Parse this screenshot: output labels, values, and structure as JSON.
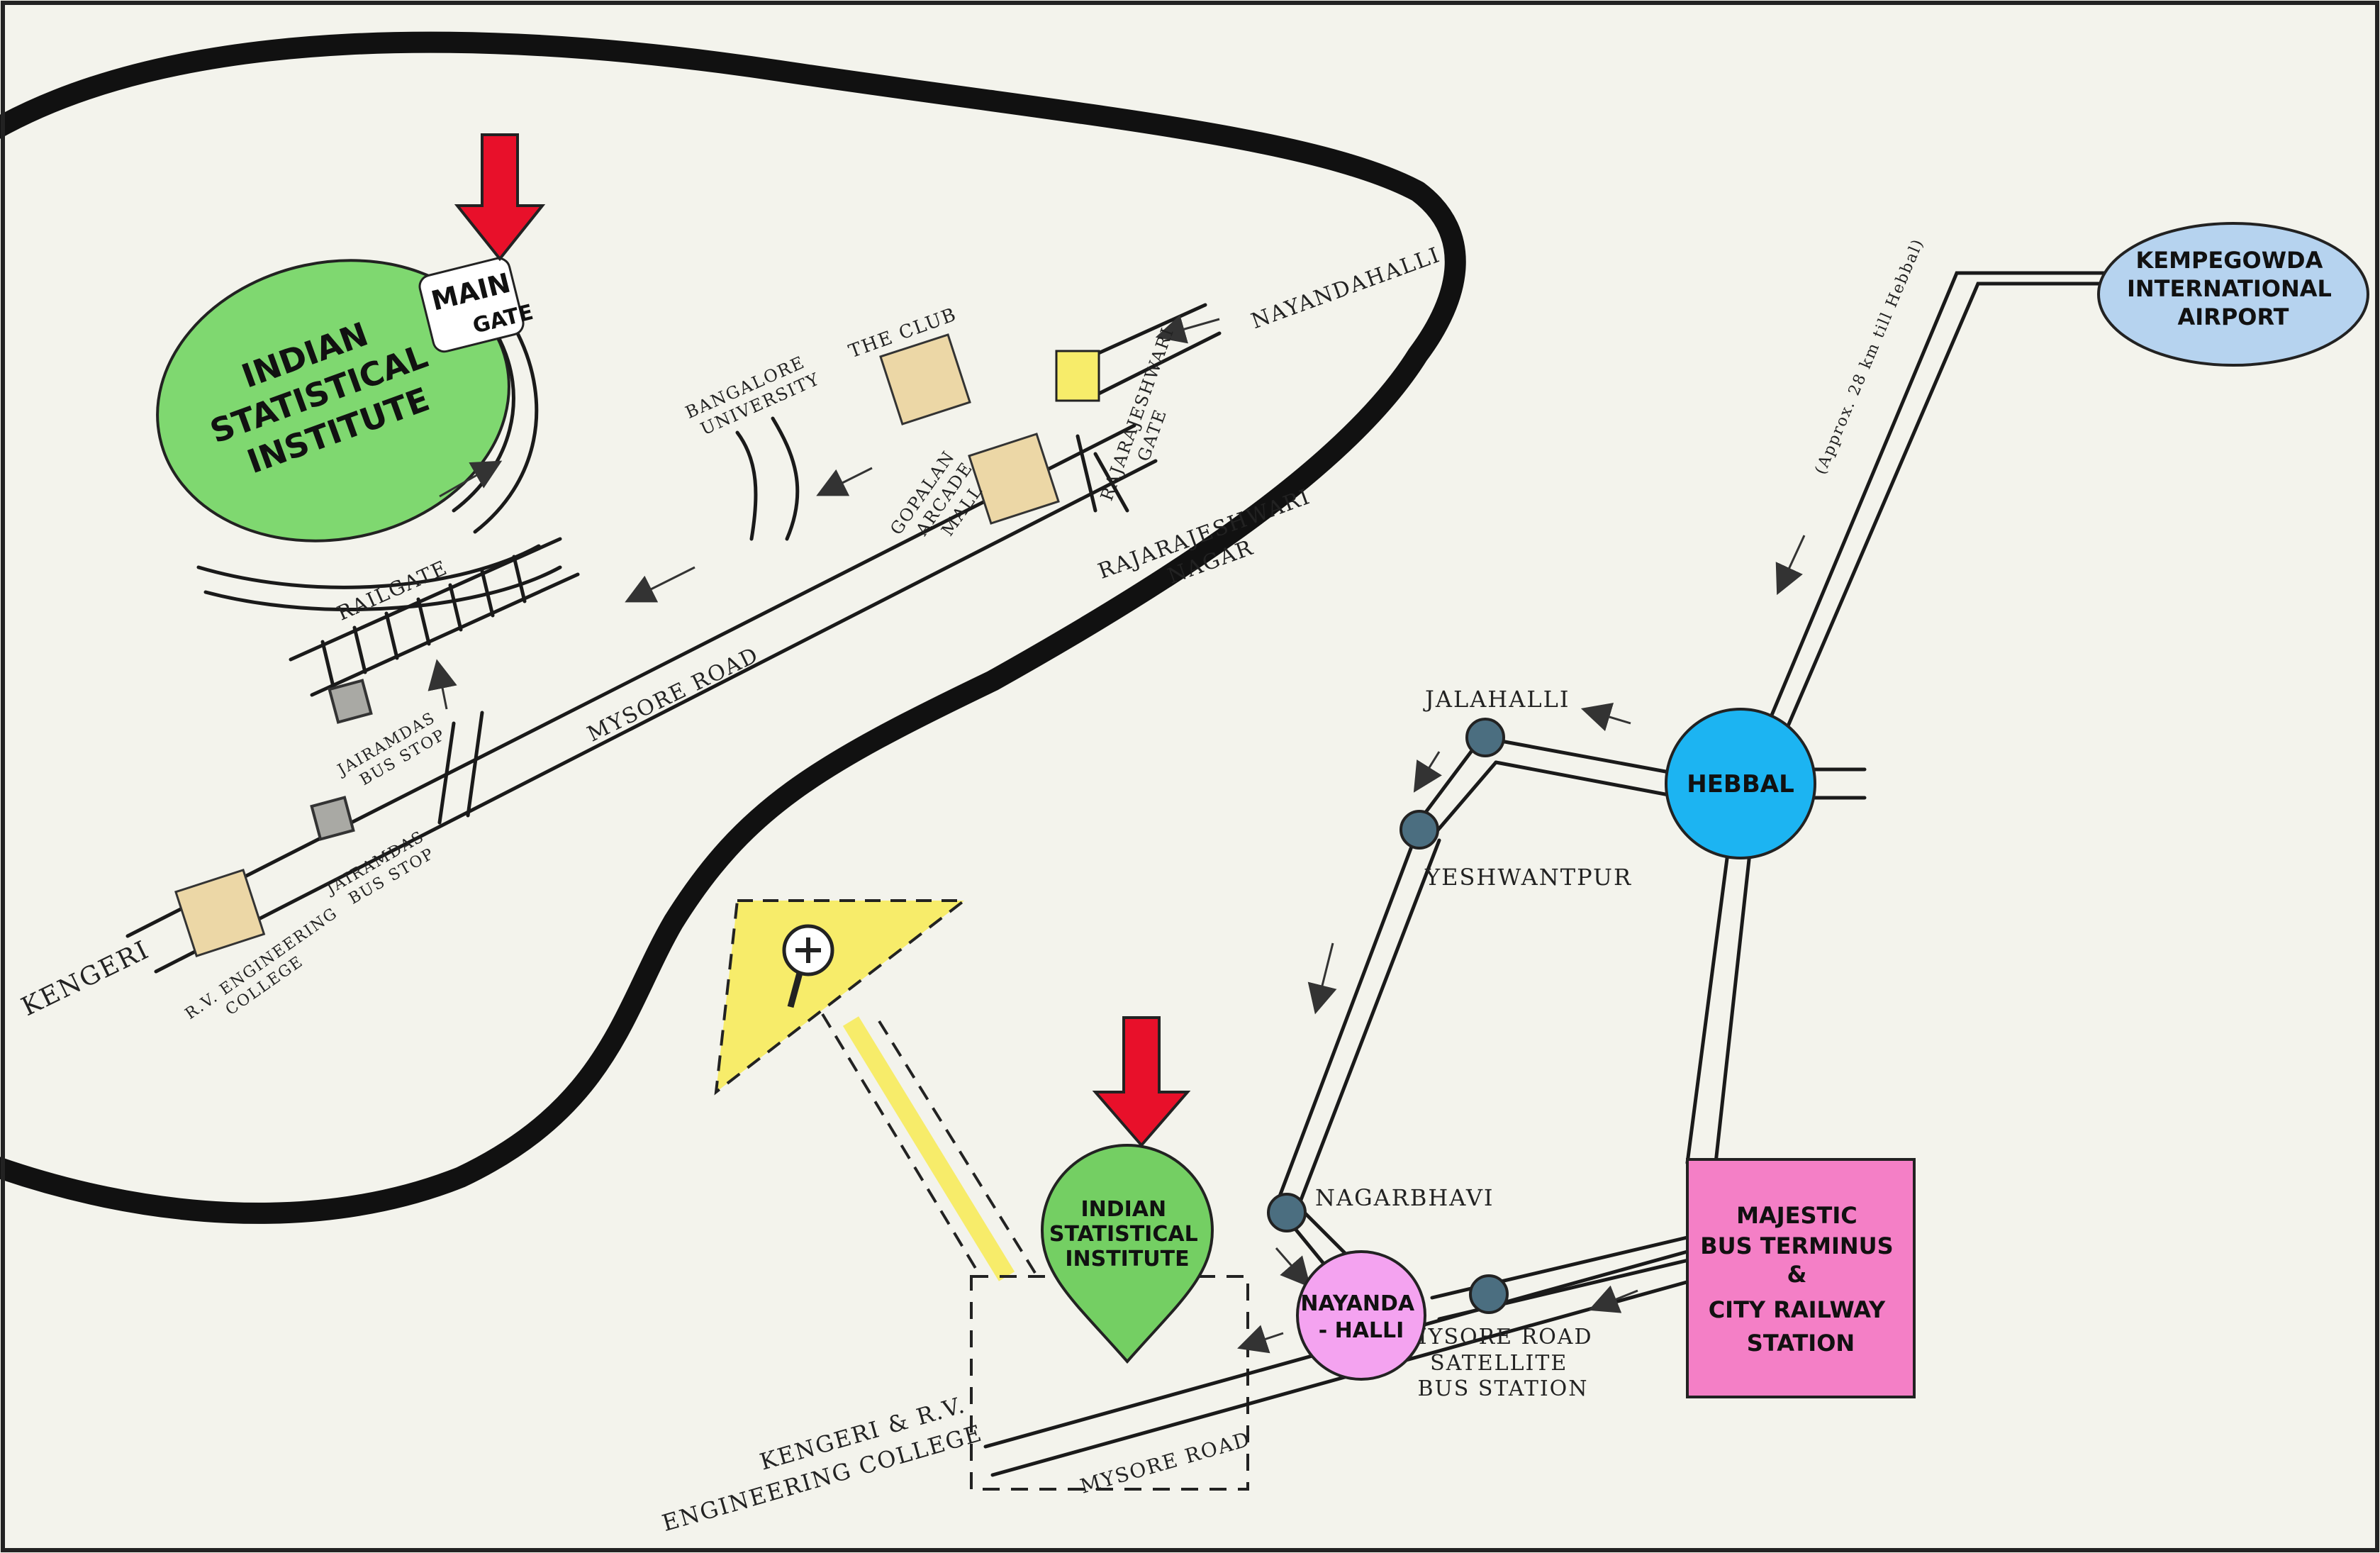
{
  "colors": {
    "background": "#f3f3ec",
    "campus_green": "#7fd870",
    "pin_green": "#74cf63",
    "hebbal_blue": "#1cb4f2",
    "airport_blue": "#b6d3ef",
    "nayandahalli_pink": "#f4a3f0",
    "majestic_pink": "#f47fc6",
    "arrow_red": "#e8102a",
    "building_tan": "#ecd7a6",
    "zoom_yellow": "#f7ec6a",
    "station_node": "#4b6e80",
    "bus_stop_grey": "#a9a9a4"
  },
  "inset": {
    "campus_label_lines": [
      "INDIAN",
      "STATISTICAL",
      "INSTITUTE"
    ],
    "main_gate_main": "MAIN",
    "main_gate_gate": "GATE",
    "railgate": "RAILGATE",
    "mysore_road": "MYSORE ROAD",
    "kengeri": "KENGERI",
    "bangalore_university_lines": [
      "BANGALORE",
      "UNIVERSITY"
    ],
    "the_club": "THE CLUB",
    "gopalan_lines": [
      "GOPALAN",
      "ARCADE",
      "MALL"
    ],
    "rr_gate_lines": [
      "RAJARAJESHWARI",
      "GATE"
    ],
    "rr_nagar_lines": [
      "RAJARAJESHWARI",
      "NAGAR"
    ],
    "nayandahalli": "NAYANDAHALLI",
    "bus_stop_1_lines": [
      "JAIRAMDAS",
      "BUS STOP"
    ],
    "bus_stop_2_lines": [
      "JAIRAMDAS",
      "BUS STOP"
    ],
    "rv_college_lines": [
      "R.V. ENGINEERING",
      "COLLEGE"
    ]
  },
  "overview": {
    "airport_lines": [
      "KEMPEGOWDA",
      "INTERNATIONAL",
      "AIRPORT"
    ],
    "airport_note": "(Approx. 28 km till Hebbal)",
    "hebbal": "HEBBAL",
    "jalahalli": "JALAHALLI",
    "yeshwantpur": "YESHWANTPUR",
    "nagarbhavi": "NAGARBHAVI",
    "nayandahalli_lines": [
      "NAYANDA",
      "- HALLI"
    ],
    "majestic_lines": [
      "MAJESTIC",
      "BUS TERMINUS",
      "&",
      "CITY RAILWAY",
      "STATION"
    ],
    "satellite_lines": [
      "MYSORE ROAD",
      "SATELLITE",
      "BUS STATION"
    ],
    "isi_pin_lines": [
      "INDIAN",
      "STATISTICAL",
      "INSTITUTE"
    ],
    "mysore_road": "MYSORE ROAD",
    "kengeri_rv_lines": [
      "KENGERI & R.V.",
      "ENGINEERING COLLEGE"
    ]
  },
  "icons": {
    "zoom": "zoom-in-icon",
    "main_gate_arrow": "down-arrow-icon",
    "pin_arrow": "down-arrow-icon"
  }
}
